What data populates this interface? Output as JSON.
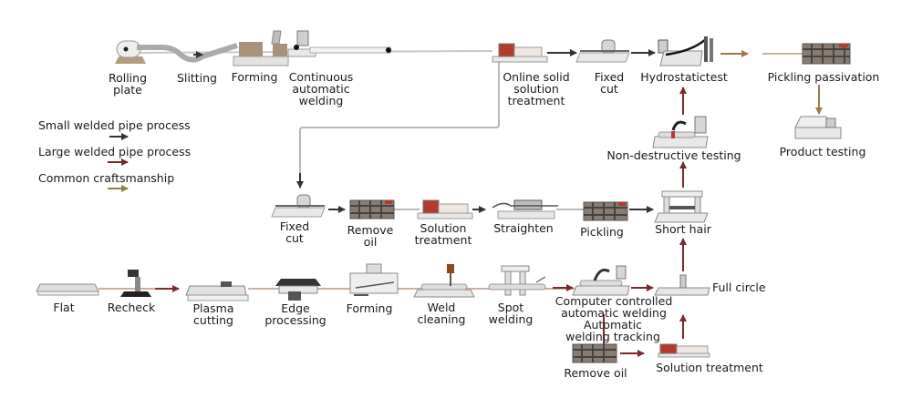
{
  "title": "Stainless steel welded pipe production process",
  "colors": {
    "small_process": "#333333",
    "large_process": "#7a2a2a",
    "common": "#9b7b4a",
    "line_gray": "#b8b8b8",
    "line_tan": "#c9b49a",
    "machine_fill": "#e6e6e6",
    "machine_stroke": "#8a8a8a",
    "accent_red": "#b43a2e"
  },
  "legend": [
    {
      "label": "Small welded pipe process",
      "color_key": "small_process"
    },
    {
      "label": "Large welded pipe process",
      "color_key": "large_process"
    },
    {
      "label": "Common craftsmanship",
      "color_key": "common"
    }
  ],
  "steps": {
    "rolling_plate": "Rolling\nplate",
    "slitting": "Slitting",
    "forming_top": "Forming",
    "continuous_welding": "Continuous\nautomatic\nwelding",
    "online_solid_solution": "Online solid\nsolution\ntreatment",
    "fixed_cut_top": "Fixed\ncut",
    "hydrostatic_test": "Hydrostatictest",
    "pickling_passivation": "Pickling passivation",
    "product_testing": "Product testing",
    "non_destructive_testing": "Non-destructive testing",
    "fixed_cut_mid": "Fixed\ncut",
    "remove_oil_mid": "Remove\noil",
    "solution_treatment_mid": "Solution\ntreatment",
    "straighten": "Straighten",
    "pickling": "Pickling",
    "short_hair": "Short hair",
    "flat": "Flat",
    "recheck": "Recheck",
    "plasma_cutting": "Plasma\ncutting",
    "edge_processing": "Edge\nprocessing",
    "forming_bottom": "Forming",
    "weld_cleaning": "Weld\ncleaning",
    "spot_welding": "Spot\nwelding",
    "computer_controlled_welding": "Computer controlled\nautomatic welding",
    "automatic_welding_tracking": "Automatic\nwelding tracking",
    "full_circle": "Full circle",
    "remove_oil_bottom": "Remove oil",
    "solution_treatment_bottom": "Solution treatment"
  }
}
